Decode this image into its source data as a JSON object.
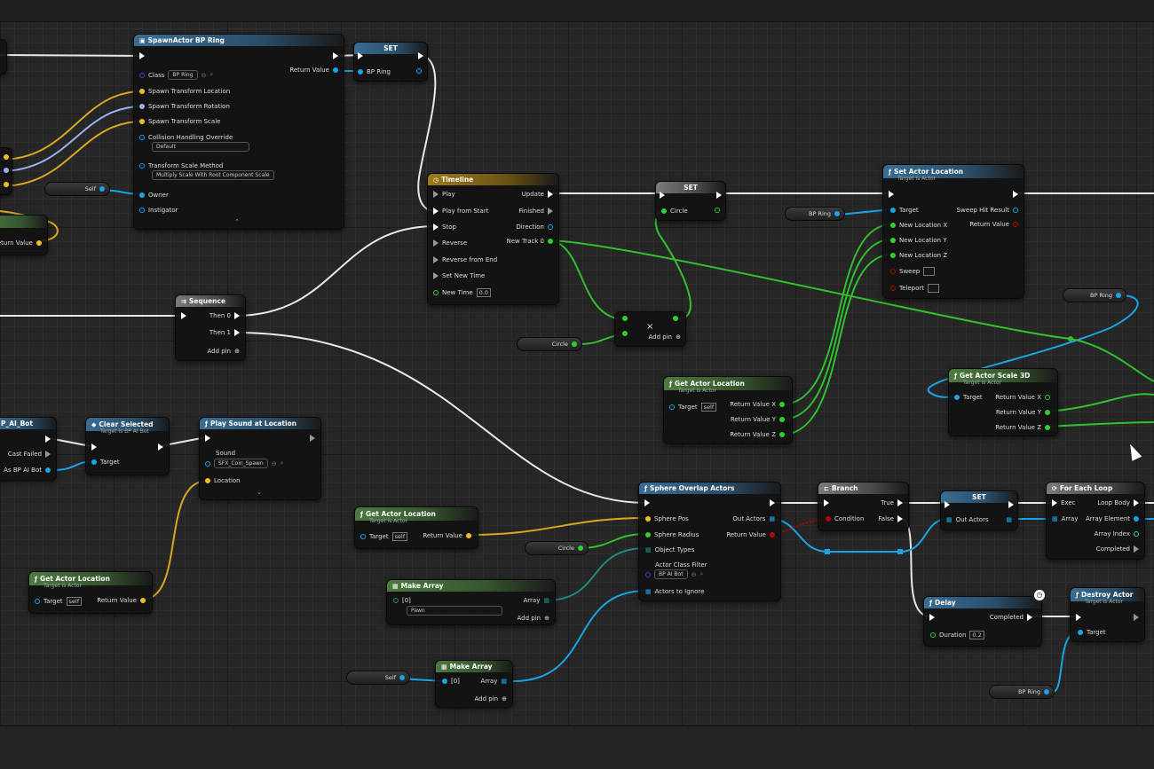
{
  "nodes": {
    "spawn": {
      "title": "SpawnActor BP Ring",
      "class_label": "Class",
      "class_value": "BP Ring",
      "return_value": "Return Value",
      "loc": "Spawn Transform Location",
      "rot": "Spawn Transform Rotation",
      "scale": "Spawn Transform Scale",
      "collision_label": "Collision Handling Override",
      "collision_value": "Default",
      "method_label": "Transform Scale Method",
      "method_value": "Multiply Scale With Root Component Scale",
      "owner": "Owner",
      "instigator": "Instigator"
    },
    "set1": {
      "title": "SET",
      "pin": "BP Ring"
    },
    "set2": {
      "title": "SET",
      "pin": "Circle"
    },
    "set3": {
      "title": "SET",
      "pin": "Out Actors"
    },
    "timeline": {
      "title": "Timeline",
      "play": "Play",
      "play_start": "Play from Start",
      "stop": "Stop",
      "reverse": "Reverse",
      "reverse_end": "Reverse from End",
      "set_time": "Set New Time",
      "new_time": "New Time",
      "new_time_value": "0.0",
      "update": "Update",
      "finished": "Finished",
      "direction": "Direction",
      "track": "New Track 0"
    },
    "set_loc": {
      "title": "Set Actor Location",
      "subtitle": "Target is Actor",
      "target": "Target",
      "x": "New Location X",
      "y": "New Location Y",
      "z": "New Location Z",
      "sweep": "Sweep",
      "teleport": "Teleport",
      "sweep_hit": "Sweep Hit Result",
      "return_value": "Return Value"
    },
    "sequence": {
      "title": "Sequence",
      "then0": "Then 0",
      "then1": "Then 1",
      "add_pin": "Add pin"
    },
    "multiply": {
      "symbol": "×",
      "add_pin": "Add pin"
    },
    "get_loc1": {
      "title": "Get Actor Location",
      "subtitle": "Target is Actor",
      "target": "Target",
      "target_value": "self",
      "rx": "Return Value X",
      "ry": "Return Value Y",
      "rz": "Return Value Z"
    },
    "get_scale": {
      "title": "Get Actor Scale 3D",
      "subtitle": "Target is Actor",
      "target": "Target",
      "rx": "Return Value X",
      "ry": "Return Value Y",
      "rz": "Return Value Z"
    },
    "cast": {
      "title": "P_AI_Bot",
      "cast_failed": "Cast Failed",
      "as_bot": "As BP AI Bot"
    },
    "clear": {
      "title": "Clear Selected",
      "subtitle": "Target is BP AI Bot",
      "target": "Target"
    },
    "sound": {
      "title": "Play Sound at Location",
      "sound": "Sound",
      "sound_value": "SFX_Coin_Spawn",
      "location": "Location"
    },
    "sphere": {
      "title": "Sphere Overlap Actors",
      "pos": "Sphere Pos",
      "radius": "Sphere Radius",
      "types": "Object Types",
      "filter": "Actor Class Filter",
      "filter_value": "BP AI Bot",
      "ignore": "Actors to Ignore",
      "out": "Out Actors",
      "return_value": "Return Value"
    },
    "get_loc2": {
      "title": "Get Actor Location",
      "subtitle": "Target is Actor",
      "target": "Target",
      "target_value": "self",
      "return_value": "Return Value"
    },
    "get_loc3": {
      "title": "Get Actor Location",
      "subtitle": "Target is Actor",
      "target": "Target",
      "target_value": "self",
      "return_value": "Return Value"
    },
    "make1": {
      "title": "Make Array",
      "idx": "[0]",
      "value": "Pawn",
      "array": "Array",
      "add_pin": "Add pin"
    },
    "make2": {
      "title": "Make Array",
      "idx": "[0]",
      "array": "Array",
      "add_pin": "Add pin"
    },
    "branch": {
      "title": "Branch",
      "condition": "Condition",
      "true": "True",
      "false": "False"
    },
    "foreach": {
      "title": "For Each Loop",
      "exec": "Exec",
      "array": "Array",
      "body": "Loop Body",
      "element": "Array Element",
      "index": "Array Index",
      "completed": "Completed"
    },
    "delay": {
      "title": "Delay",
      "duration": "Duration",
      "duration_value": "0.2",
      "completed": "Completed"
    },
    "destroy": {
      "title": "Destroy Actor",
      "subtitle": "Target is Actor",
      "target": "Target"
    },
    "left_rv": {
      "return_value": "Return Value"
    }
  },
  "variables": {
    "self1": "Self",
    "self2": "Self",
    "bpring1": "BP Ring",
    "bpring2": "BP Ring",
    "bpring3": "BP Ring",
    "circle1": "Circle",
    "circle2": "Circle"
  },
  "colors": {
    "exec": "#ffffff",
    "object": "#1aa4e8",
    "vector": "#f0c020",
    "rotator": "#9ab0f0",
    "float": "#30d030",
    "bool": "#c00000",
    "class": "#5a2fc8"
  }
}
